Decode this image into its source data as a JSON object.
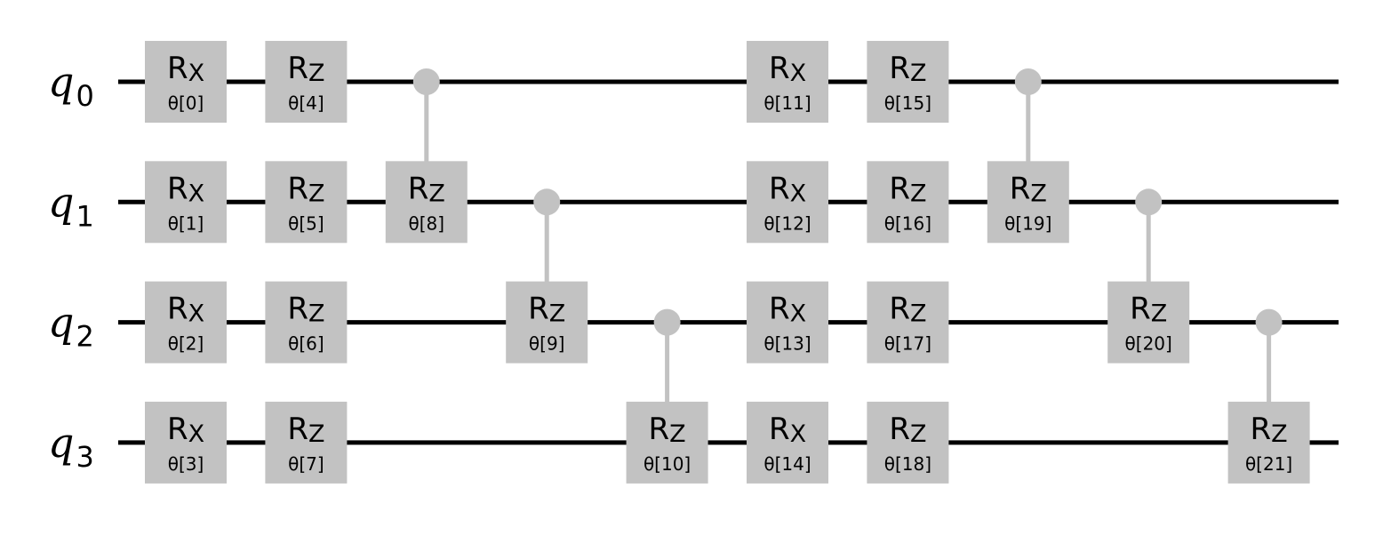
{
  "colors": {
    "wire": "#000000",
    "gate_fill": "#c2c2c2",
    "connector": "#c2c2c2",
    "text": "#000000",
    "background": "#ffffff"
  },
  "qubits": [
    {
      "label": "q",
      "index": "0"
    },
    {
      "label": "q",
      "index": "1"
    },
    {
      "label": "q",
      "index": "2"
    },
    {
      "label": "q",
      "index": "3"
    }
  ],
  "gates": [
    {
      "kind": "single",
      "name": "R",
      "sub": "X",
      "param": "θ[0]",
      "qubit": 0,
      "column": 0
    },
    {
      "kind": "single",
      "name": "R",
      "sub": "X",
      "param": "θ[1]",
      "qubit": 1,
      "column": 0
    },
    {
      "kind": "single",
      "name": "R",
      "sub": "X",
      "param": "θ[2]",
      "qubit": 2,
      "column": 0
    },
    {
      "kind": "single",
      "name": "R",
      "sub": "X",
      "param": "θ[3]",
      "qubit": 3,
      "column": 0
    },
    {
      "kind": "single",
      "name": "R",
      "sub": "Z",
      "param": "θ[4]",
      "qubit": 0,
      "column": 1
    },
    {
      "kind": "single",
      "name": "R",
      "sub": "Z",
      "param": "θ[5]",
      "qubit": 1,
      "column": 1
    },
    {
      "kind": "single",
      "name": "R",
      "sub": "Z",
      "param": "θ[6]",
      "qubit": 2,
      "column": 1
    },
    {
      "kind": "single",
      "name": "R",
      "sub": "Z",
      "param": "θ[7]",
      "qubit": 3,
      "column": 1
    },
    {
      "kind": "controlled",
      "name": "R",
      "sub": "Z",
      "param": "θ[8]",
      "control": 0,
      "target": 1,
      "column": 2
    },
    {
      "kind": "controlled",
      "name": "R",
      "sub": "Z",
      "param": "θ[9]",
      "control": 1,
      "target": 2,
      "column": 3
    },
    {
      "kind": "controlled",
      "name": "R",
      "sub": "Z",
      "param": "θ[10]",
      "control": 2,
      "target": 3,
      "column": 4
    },
    {
      "kind": "single",
      "name": "R",
      "sub": "X",
      "param": "θ[11]",
      "qubit": 0,
      "column": 5
    },
    {
      "kind": "single",
      "name": "R",
      "sub": "X",
      "param": "θ[12]",
      "qubit": 1,
      "column": 5
    },
    {
      "kind": "single",
      "name": "R",
      "sub": "X",
      "param": "θ[13]",
      "qubit": 2,
      "column": 5
    },
    {
      "kind": "single",
      "name": "R",
      "sub": "X",
      "param": "θ[14]",
      "qubit": 3,
      "column": 5
    },
    {
      "kind": "single",
      "name": "R",
      "sub": "Z",
      "param": "θ[15]",
      "qubit": 0,
      "column": 6
    },
    {
      "kind": "single",
      "name": "R",
      "sub": "Z",
      "param": "θ[16]",
      "qubit": 1,
      "column": 6
    },
    {
      "kind": "single",
      "name": "R",
      "sub": "Z",
      "param": "θ[17]",
      "qubit": 2,
      "column": 6
    },
    {
      "kind": "single",
      "name": "R",
      "sub": "Z",
      "param": "θ[18]",
      "qubit": 3,
      "column": 6
    },
    {
      "kind": "controlled",
      "name": "R",
      "sub": "Z",
      "param": "θ[19]",
      "control": 0,
      "target": 1,
      "column": 7
    },
    {
      "kind": "controlled",
      "name": "R",
      "sub": "Z",
      "param": "θ[20]",
      "control": 1,
      "target": 2,
      "column": 8
    },
    {
      "kind": "controlled",
      "name": "R",
      "sub": "Z",
      "param": "θ[21]",
      "control": 2,
      "target": 3,
      "column": 9
    }
  ]
}
